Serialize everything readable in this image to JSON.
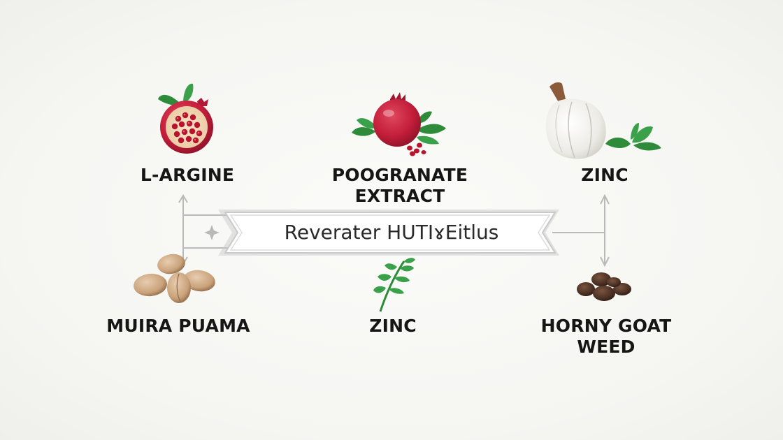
{
  "banner": {
    "text": "Reverater HUTIɤEitlus"
  },
  "ingredients": [
    {
      "id": "l-argine",
      "lines": [
        "L-ARGINE"
      ]
    },
    {
      "id": "pomegranate",
      "lines": [
        "POOGRANATE",
        "EXTRACT"
      ]
    },
    {
      "id": "zinc-top",
      "lines": [
        "ZINC"
      ]
    },
    {
      "id": "muira-puama",
      "lines": [
        "MUIRA PUAMA"
      ]
    },
    {
      "id": "zinc-bottom",
      "lines": [
        "ZINC"
      ]
    },
    {
      "id": "horny-goat-weed",
      "lines": [
        "HORNY GOAT",
        "WEED"
      ]
    }
  ],
  "colors": {
    "background": "#f6f6f3",
    "banner_fill": "#ffffff",
    "banner_stroke": "#c9c9c9",
    "arrow": "#b9b9b9",
    "text": "#161616",
    "pomegranate_red": "#c41e3a",
    "leaf_green": "#2e8b3a",
    "garlic_white": "#ecebe6",
    "nut_tan": "#c9a27a",
    "bean_brown": "#4a2f22"
  },
  "icons": [
    "pomegranate-half-icon",
    "pomegranate-whole-icon",
    "garlic-bulb-icon",
    "muira-puama-nuts-icon",
    "herb-sprig-icon",
    "dark-beans-icon"
  ]
}
